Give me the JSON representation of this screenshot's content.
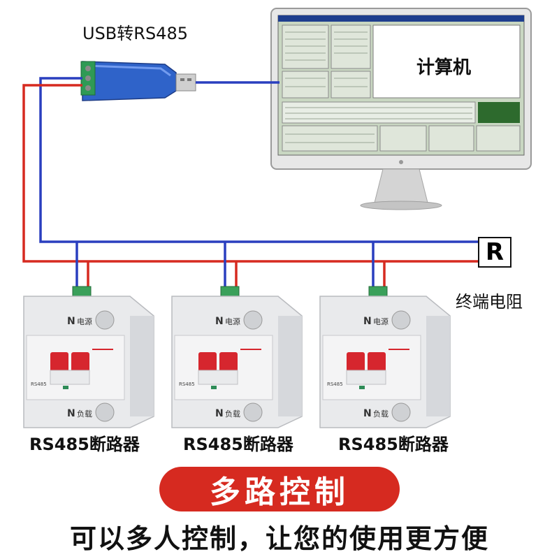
{
  "labels": {
    "usb_converter": "USB转RS485",
    "computer": "计算机",
    "terminator_symbol": "R",
    "terminator": "终端电阻",
    "breakers": [
      "RS485断路器",
      "RS485断路器",
      "RS485断路器"
    ],
    "breaker_top_mark": "N",
    "breaker_top_text": "电源",
    "breaker_bottom_mark": "N",
    "breaker_bottom_text": "负载",
    "breaker_model": "RS485"
  },
  "banner": "多路控制",
  "slogan": "可以多人控制，让您的使用更方便",
  "colors": {
    "wire_red": "#d62a20",
    "wire_blue": "#2a3fbf",
    "banner_bg": "#d62a20",
    "screen_bg": "#c9d7c2",
    "breaker_handle": "#d6262e"
  }
}
